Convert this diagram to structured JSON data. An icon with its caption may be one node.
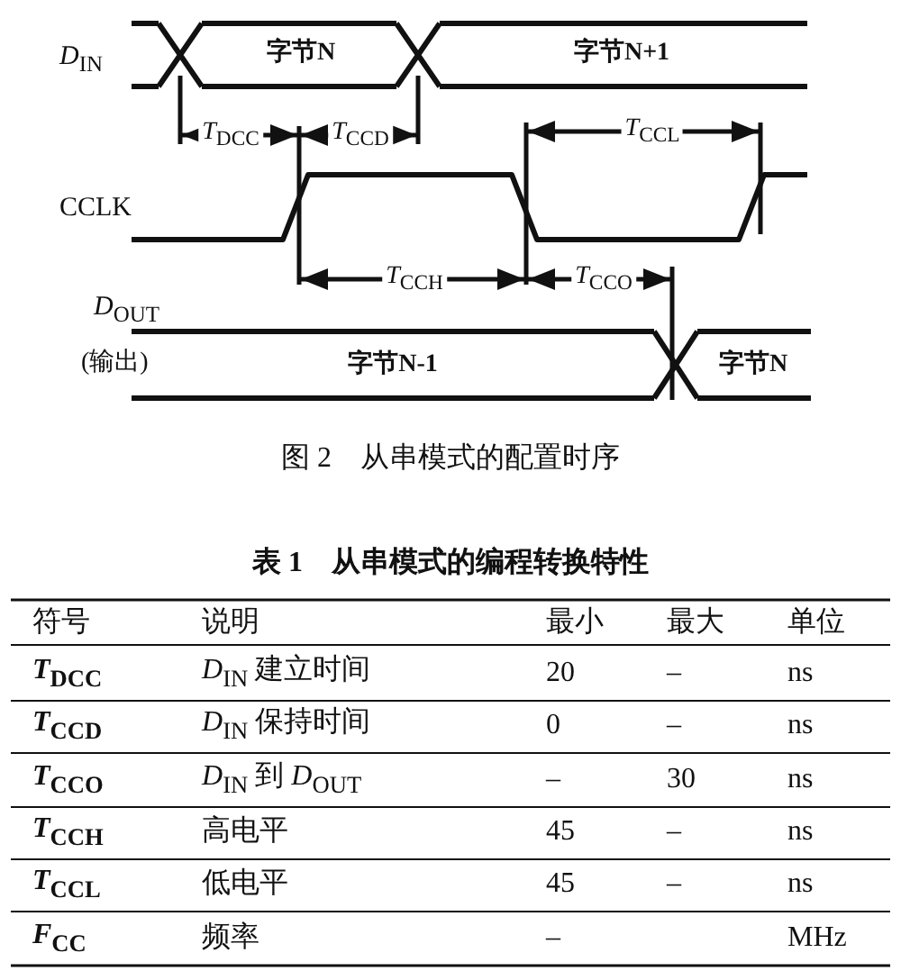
{
  "diagram": {
    "caption": "图 2　从串模式的配置时序",
    "labels": [
      "*D*$_{IN}$",
      "字节N",
      "字节N+1",
      "*T*$_{DCC}$",
      "*T*$_{CCD}$",
      "*T*$_{CCL}$",
      "CCLK",
      "*T*$_{CCH}$",
      "*T*$_{CCO}$",
      "*D*$_{OUT}$",
      "(输出)",
      "字节N-1",
      "字节N",
      "表 1　从串模式的编程转换特性",
      "符号",
      "说明",
      "最小",
      "最大",
      "单位",
      "*T*$_{DCC}$",
      "*D*$_{IN}$ 建立时间",
      "20",
      "–",
      "ns",
      "*T*$_{CCD}$",
      "*D*$_{IN}$ 保持时间",
      "0",
      "–",
      "ns",
      "*T*$_{CCO}$",
      "*D*$_{IN}$ 到 *D*$_{OUT}$",
      "–",
      "30",
      "ns",
      "*T*$_{CCH}$",
      "高电平",
      "45",
      "–",
      "ns",
      "*T*$_{CCL}$",
      "低电平",
      "45",
      "–",
      "ns",
      "*F*$_{CC}$",
      "频率",
      "–",
      "MHz"
    ]
  }
}
